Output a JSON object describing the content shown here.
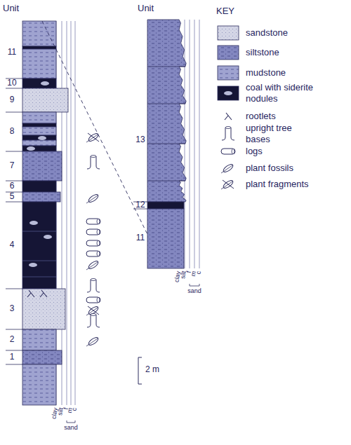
{
  "diagram": {
    "labels": [
      "KEY",
      "Unit",
      "11",
      "10",
      "9",
      "8",
      "7",
      "6",
      "5",
      "4",
      "3",
      "2",
      "1",
      "clay",
      "silt",
      "f",
      "m",
      "c",
      "sand",
      "Unit",
      "13",
      "12",
      "11",
      "clay",
      "silt",
      "f",
      "m",
      "c",
      "sand",
      "2 m"
    ],
    "legend": [
      {
        "text": "sandstone",
        "color": "#d4d6e6"
      },
      {
        "text": "siltstone",
        "color": "#8387c0"
      },
      {
        "text": "mudstone",
        "color": "#9fa3d0"
      },
      {
        "text": "coal with siderite nodules",
        "color": "#151535"
      },
      {
        "text": "rootlets"
      },
      {
        "text": "upright tree bases"
      },
      {
        "text": "logs"
      },
      {
        "text": "plant fossils"
      },
      {
        "text": "plant fragments"
      }
    ]
  }
}
